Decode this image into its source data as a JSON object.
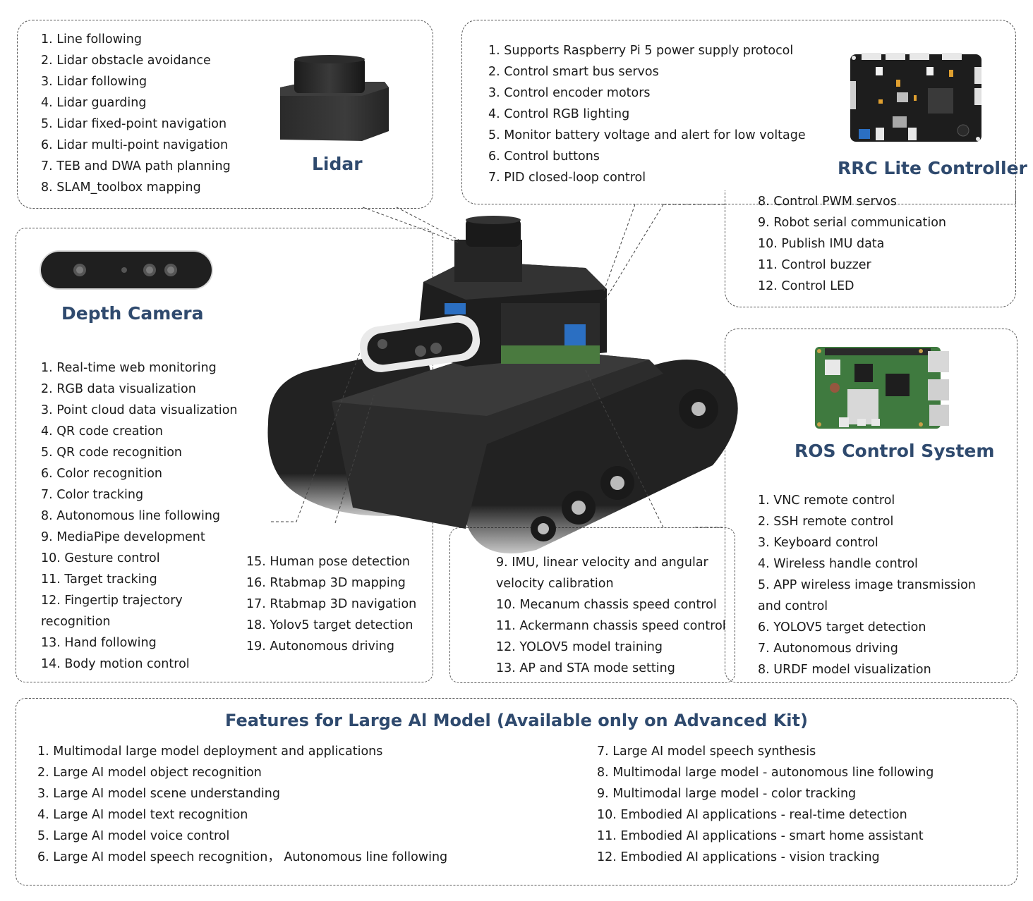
{
  "lidar": {
    "title": "Lidar",
    "icon": "lidar-icon",
    "items": [
      "1. Line following",
      "2. Lidar obstacle avoidance",
      "3. Lidar following",
      "4. Lidar guarding",
      "5. Lidar fixed-point navigation",
      "6. Lidar multi-point navigation",
      "7. TEB and DWA path planning",
      "8. SLAM_toolbox mapping"
    ]
  },
  "controller": {
    "title": "RRC Lite Controller",
    "icon": "circuit-board-icon",
    "items_top": [
      "1. Supports Raspberry Pi 5 power supply protocol",
      "2. Control smart bus servos",
      "3.  Control encoder motors",
      "4. Control RGB lighting",
      "5. Monitor battery voltage and alert for low voltage",
      "6. Control buttons",
      "7. PID closed-loop control"
    ],
    "items_bottom": [
      "8. Control PWM servos",
      "9. Robot serial communication",
      "10.  Publish IMU data",
      "11. Control buzzer",
      "12. Control LED"
    ]
  },
  "depth_camera": {
    "title": "Depth Camera",
    "icon": "depth-camera-icon",
    "items_left": [
      "1. Real-time web monitoring",
      "2. RGB data visualization",
      "3. Point cloud data visualization",
      "4. QR code creation",
      "5. QR code recognition",
      "6. Color recognition",
      "7. Color tracking",
      "8. Autonomous line following",
      "9. MediaPipe development",
      "10. Gesture control",
      "11. Target tracking",
      "12. Fingertip trajectory recognition",
      "13. Hand following",
      "14. Body motion control"
    ],
    "items_right": [
      "15. Human pose detection",
      "16. Rtabmap 3D mapping",
      "17. Rtabmap 3D navigation",
      "18. Yolov5 target detection",
      "19. Autonomous driving"
    ]
  },
  "chassis": {
    "items": [
      "9. IMU, linear velocity and angular velocity calibration",
      "10. Mecanum chassis speed control",
      "11. Ackermann chassis speed control",
      "12. YOLOV5 model training",
      "13.  AP and STA mode setting"
    ]
  },
  "ros": {
    "title": "ROS Control System",
    "icon": "raspberry-pi-board-icon",
    "items": [
      "1. VNC remote control",
      "2. SSH remote control",
      "3. Keyboard control",
      "4. Wireless handle control",
      "5. APP wireless image transmission and control",
      "6. YOLOV5 target detection",
      "7. Autonomous driving",
      "8. URDF model visualization"
    ]
  },
  "robot": {
    "icon": "tracked-robot-icon"
  },
  "ai": {
    "title": "Features for Large Al Model (Available only on Advanced Kit)",
    "items_left": [
      "1. Multimodal large model deployment and applications",
      "2. Large AI model object recognition",
      "3. Large AI model scene understanding",
      "4. Large AI model text recognition",
      "5. Large AI model voice control",
      "6. Large AI model speech recognition， Autonomous line following"
    ],
    "items_right": [
      "7. Large AI model speech synthesis",
      "8.  Multimodal large model - autonomous line following",
      "9.  Multimodal large model - color tracking",
      "10. Embodied AI applications - real-time detection",
      "11. Embodied AI applications - smart home assistant",
      "12. Embodied AI applications - vision tracking"
    ]
  },
  "colors": {
    "heading": "#2f4a6e",
    "border": "#555555"
  }
}
